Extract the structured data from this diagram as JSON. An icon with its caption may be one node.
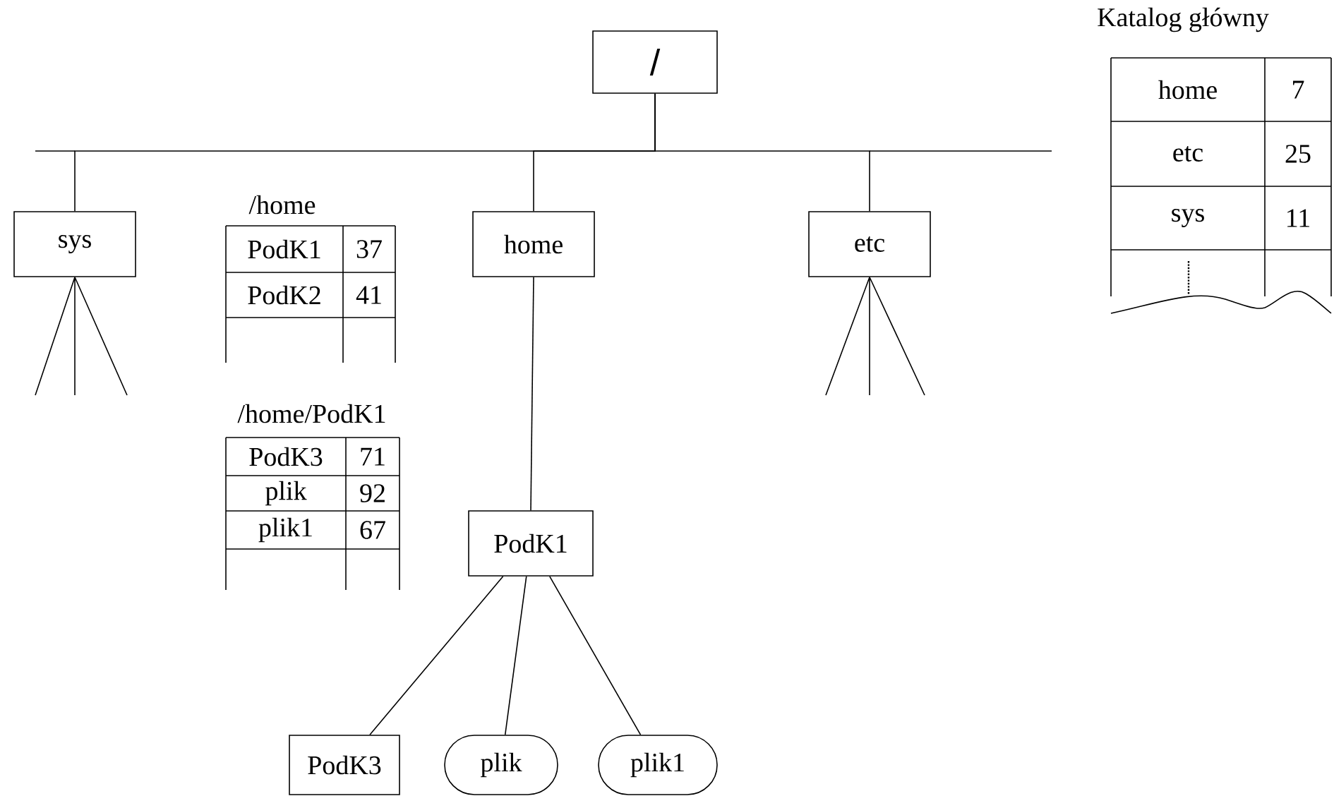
{
  "diagram": {
    "nodes": [
      {
        "text": [
          "/"
        ]
      },
      {
        "text": [
          "sys"
        ]
      },
      {
        "text": [
          "home"
        ]
      },
      {
        "text": [
          "etc"
        ]
      },
      {
        "text": [
          "PodK1"
        ]
      },
      {
        "text": [
          "PodK3"
        ]
      },
      {
        "text": [
          "plik"
        ]
      },
      {
        "text": [
          "plik1"
        ]
      }
    ],
    "edges": [
      {
        "from": 0,
        "to": 1,
        "arrow": "none"
      },
      {
        "from": 0,
        "to": 2,
        "arrow": "none"
      },
      {
        "from": 0,
        "to": 3,
        "arrow": "none"
      },
      {
        "from": 2,
        "to": 4,
        "arrow": "none"
      },
      {
        "from": 4,
        "to": 5,
        "arrow": "none"
      },
      {
        "from": 4,
        "to": 6,
        "arrow": "none"
      },
      {
        "from": 4,
        "to": 7,
        "arrow": "none"
      }
    ],
    "labels": [
      "Katalog główny",
      "home",
      "7",
      "etc",
      "25",
      "sys",
      "11",
      "/home",
      "PodK1",
      "37",
      "PodK2",
      "41",
      "/home/PodK1",
      "PodK3",
      "71",
      "plik",
      "92",
      "plik1",
      "67"
    ]
  }
}
